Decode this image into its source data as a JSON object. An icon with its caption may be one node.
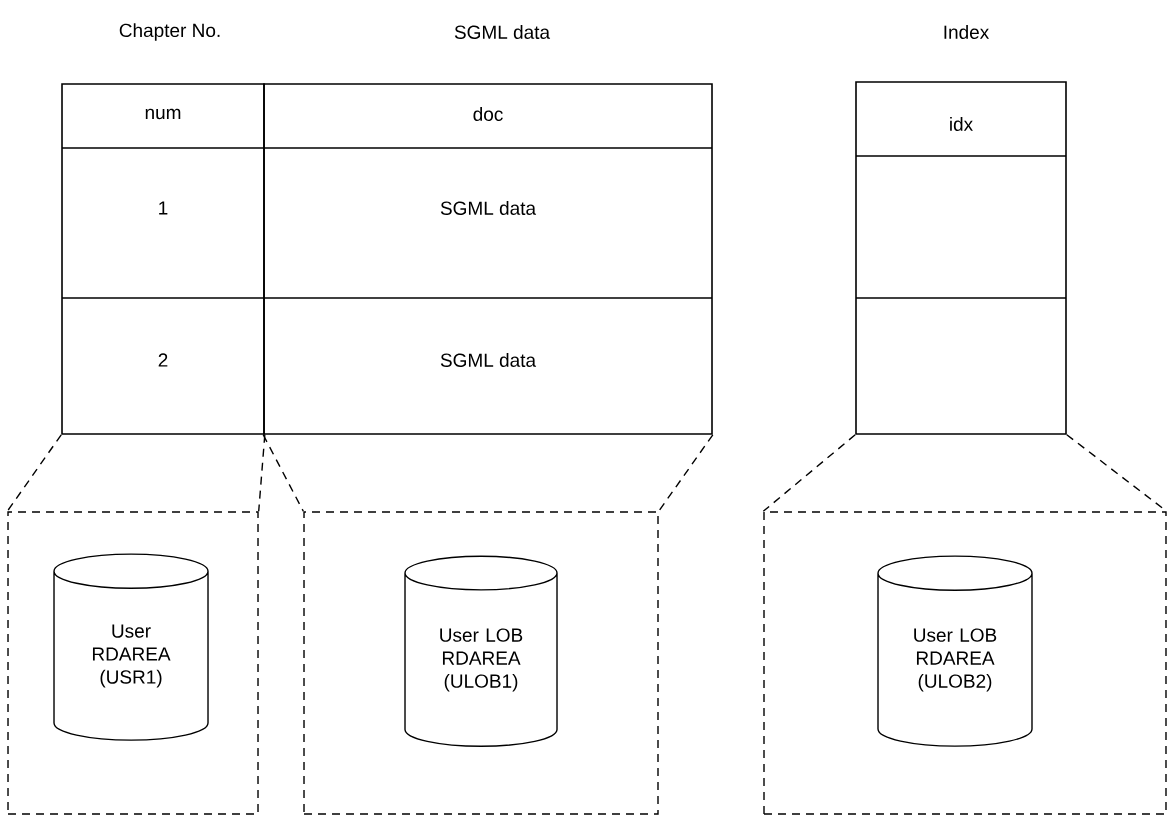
{
  "diagram": {
    "nodes": [
      {
        "text": [
          "num",
          "1",
          "2"
        ],
        "beside": [
          "Chapter No."
        ]
      },
      {
        "text": [
          "doc",
          "SGML data",
          "SGML data"
        ],
        "beside": [
          "SGML data"
        ]
      },
      {
        "text": [
          "idx"
        ],
        "beside": [
          "Index"
        ]
      },
      {
        "text": [],
        "shape": "box"
      },
      {
        "text": [],
        "shape": "box"
      },
      {
        "text": [],
        "shape": "box"
      },
      {
        "text": [
          "User RDAREA (USR1)"
        ],
        "in": 3
      },
      {
        "text": [
          "User LOB RDAREA (ULOB1)"
        ],
        "in": 4
      },
      {
        "text": [
          "User LOB RDAREA (ULOB2)"
        ],
        "in": 5
      }
    ],
    "edges": [
      {
        "from": 0,
        "to": 3,
        "arrow": "none",
        "style": "dashed"
      },
      {
        "from": 0,
        "to": 3,
        "arrow": "none",
        "style": "dashed"
      },
      {
        "from": 1,
        "to": 4,
        "arrow": "none",
        "style": "dashed"
      },
      {
        "from": 1,
        "to": 4,
        "arrow": "none",
        "style": "dashed"
      },
      {
        "from": 2,
        "to": 5,
        "arrow": "none",
        "style": "dashed"
      },
      {
        "from": 2,
        "to": 5,
        "arrow": "none",
        "style": "dashed"
      }
    ]
  }
}
